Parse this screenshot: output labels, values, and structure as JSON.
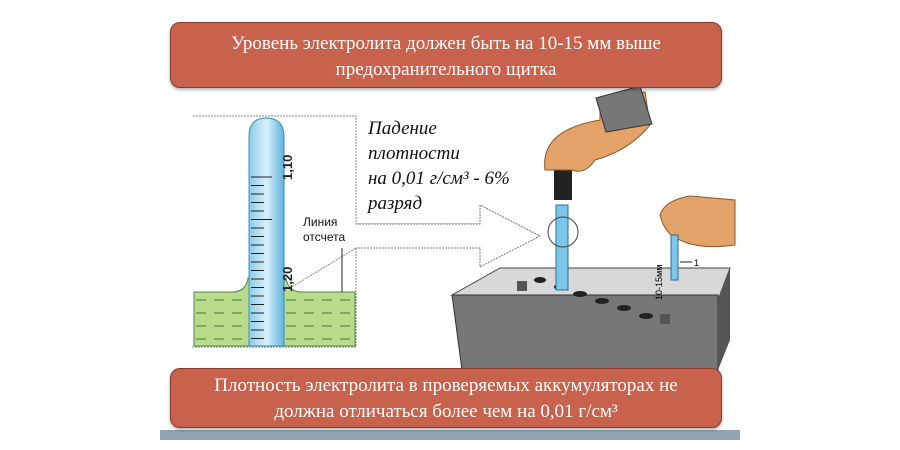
{
  "header": {
    "line1": "Уровень электролита должен быть на 10-15 мм выше",
    "line2": "предохранительного щитка"
  },
  "note": {
    "line1": "Падение",
    "line2": "плотности",
    "line3": "на 0,01 г/см³ - 6%",
    "line4": "разряд"
  },
  "hydrometer": {
    "scale_top": "1,10",
    "scale_bottom": "1,20",
    "label_line1": "Линия",
    "label_line2": "отсчета"
  },
  "detail": {
    "dimension": "10-15мм",
    "callout": "1"
  },
  "footer": {
    "line1": "Плотность электролита в проверяемых аккумуляторах не",
    "line2": "должна отличаться более чем на 0,01 г/см³"
  }
}
